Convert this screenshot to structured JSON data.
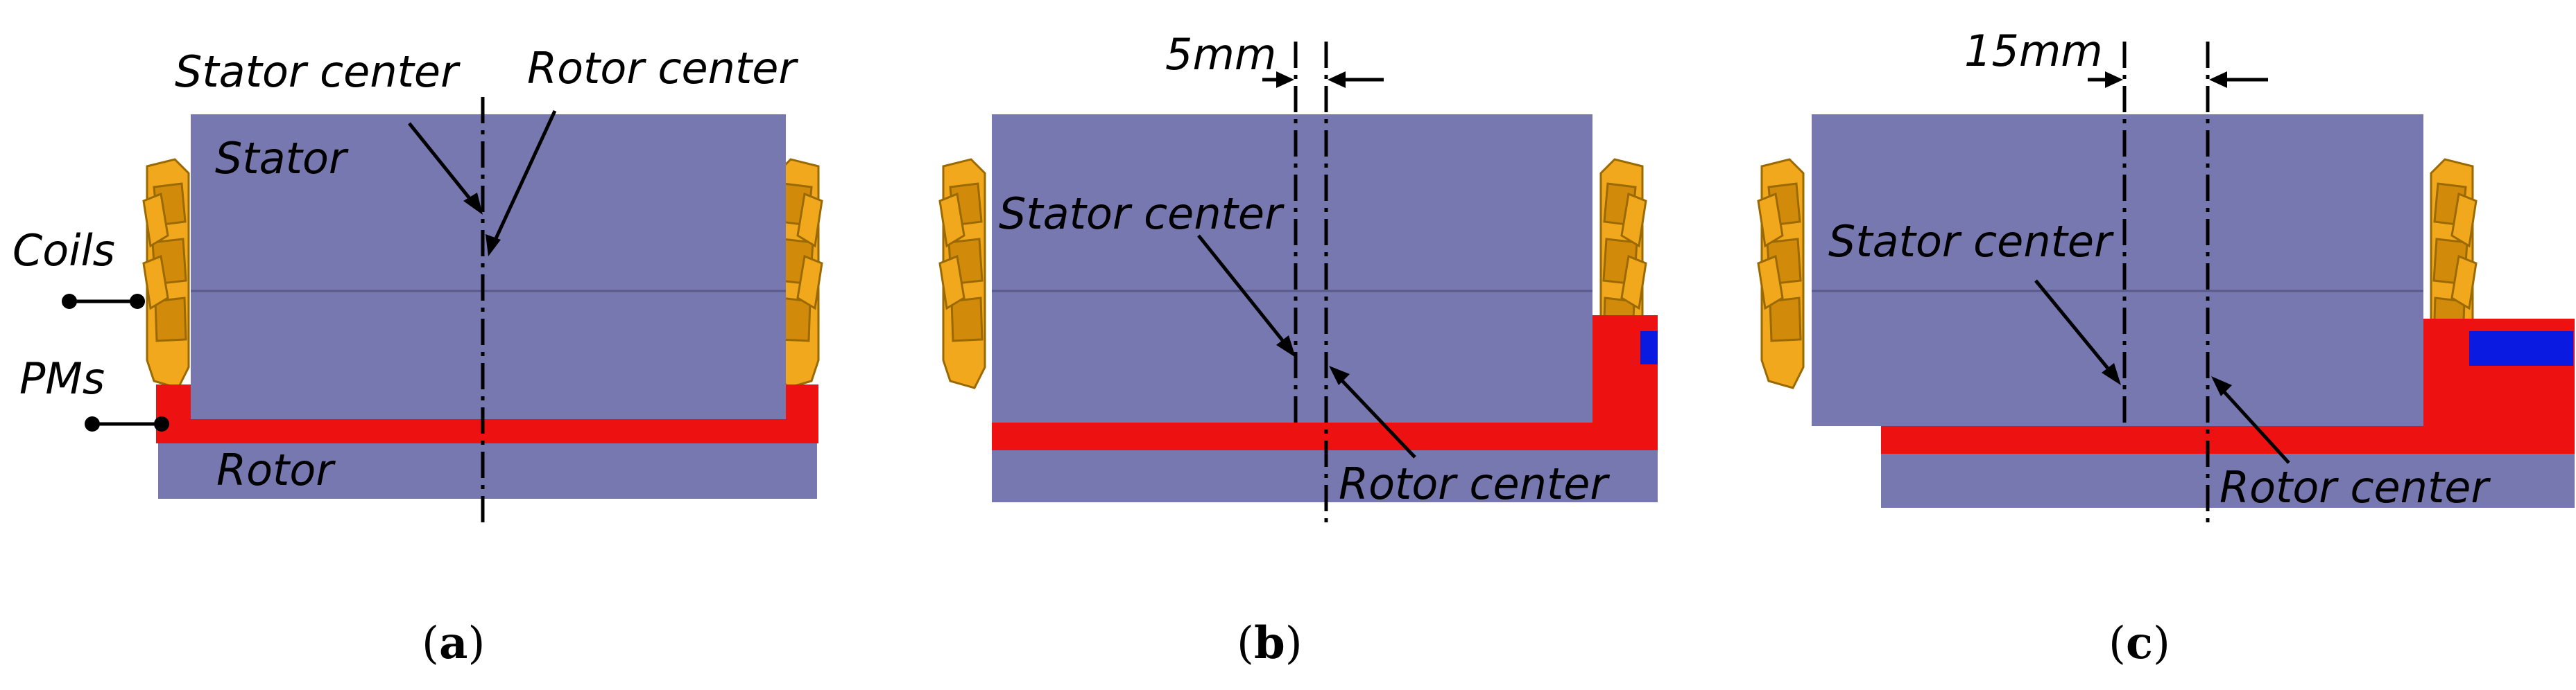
{
  "panels": [
    {
      "caption_letter": "a",
      "labels": {
        "stator_center": "Stator center",
        "rotor_center": "Rotor center",
        "stator": "Stator",
        "coils": "Coils",
        "pms": "PMs",
        "rotor": "Rotor"
      }
    },
    {
      "caption_letter": "b",
      "offset_label": "5mm",
      "labels": {
        "stator_center": "Stator center",
        "rotor_center": "Rotor center"
      }
    },
    {
      "caption_letter": "c",
      "offset_label": "15mm",
      "labels": {
        "stator_center": "Stator center",
        "rotor_center": "Rotor center"
      }
    }
  ],
  "caption_open": "(",
  "caption_close": ")",
  "colors": {
    "core": "#7878b0",
    "pm_red": "#ee1111",
    "pm_blue": "#0a1ae0",
    "coil": "#f2a81c"
  }
}
